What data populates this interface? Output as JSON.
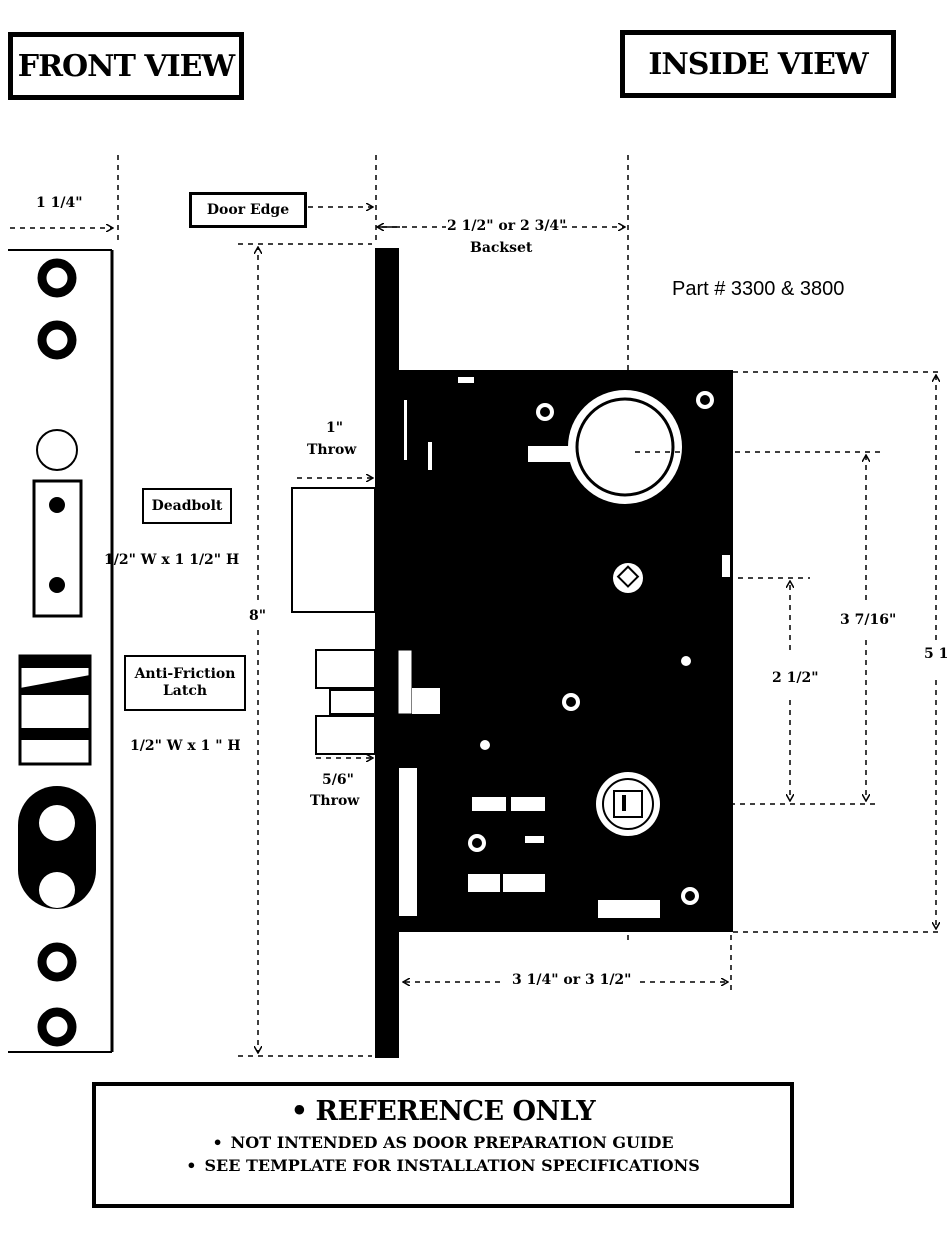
{
  "headings": {
    "front_view": "FRONT VIEW",
    "inside_view": "INSIDE VIEW"
  },
  "part_number": "Part # 3300 & 3800",
  "labels": {
    "door_edge": "Door Edge",
    "deadbolt": "Deadbolt",
    "anti_friction_latch_line1": "Anti-Friction",
    "anti_friction_latch_line2": "Latch"
  },
  "dimensions": {
    "faceplate_width": "1 1/4\"",
    "backset": "2 1/2\" or 2 3/4\"",
    "backset_caption": "Backset",
    "deadbolt_throw_value": "1\"",
    "deadbolt_throw_caption": "Throw",
    "deadbolt_size": "1/2\" W x 1 1/2\" H",
    "latch_size": "1/2\" W x 1 \" H",
    "latch_throw_value": "5/6\"",
    "latch_throw_caption": "Throw",
    "faceplate_height": "8\"",
    "hub_to_cylinder": "2 1/2\"",
    "hub_to_top_cylinder": "3 7/16\"",
    "case_height": "5 1",
    "case_depth": "3 1/4\" or 3 1/2\""
  },
  "reference_box": {
    "heading": "REFERENCE ONLY",
    "line1": "NOT INTENDED AS DOOR PREPARATION GUIDE",
    "line2": "SEE TEMPLATE FOR INSTALLATION SPECIFICATIONS",
    "bullet": "•"
  }
}
